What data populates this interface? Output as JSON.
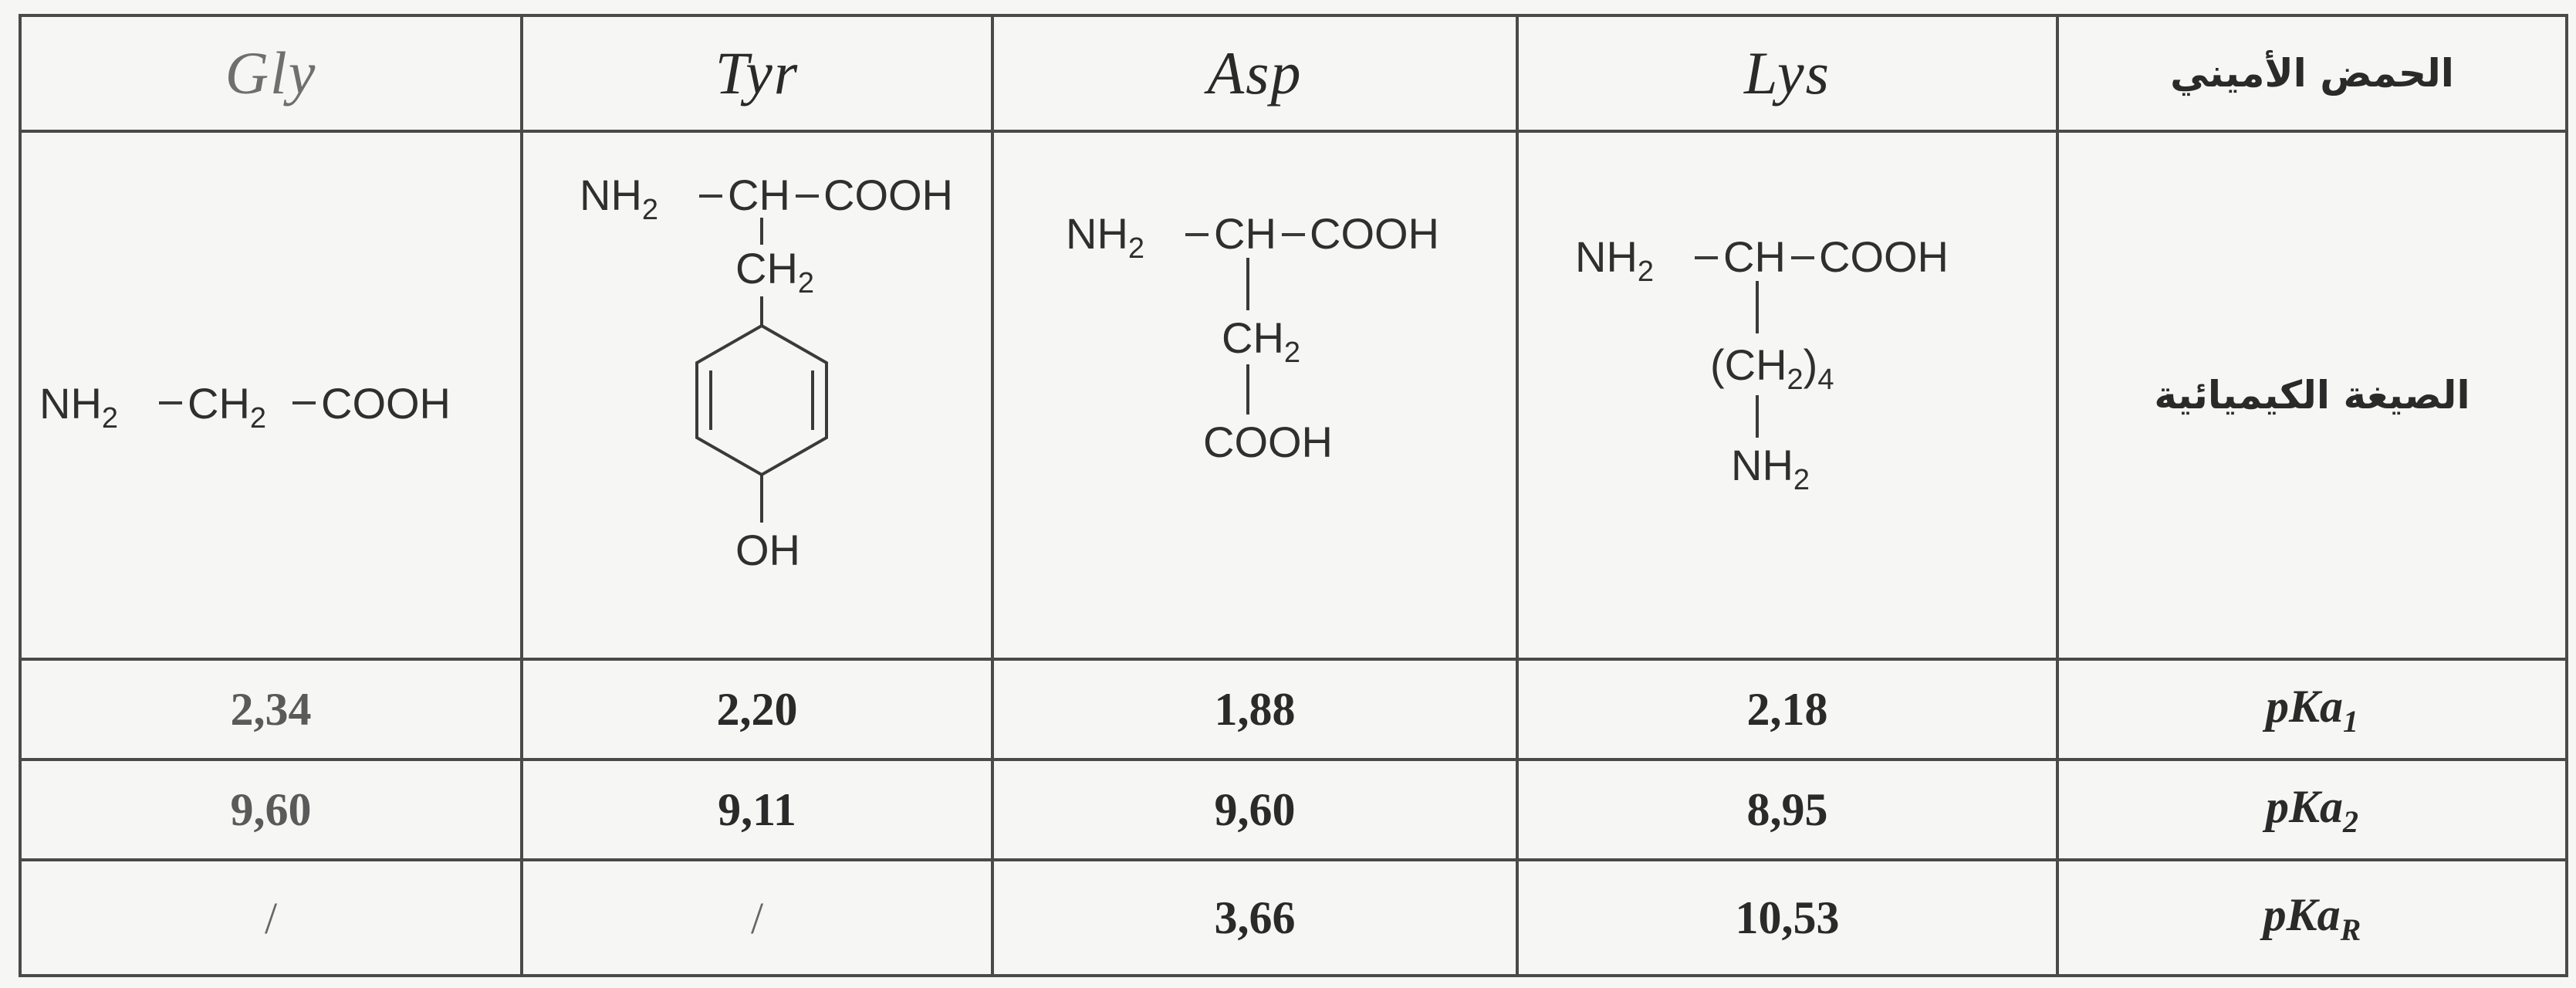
{
  "table": {
    "columns": [
      {
        "name": "Gly",
        "pka1": "2,34",
        "pka2": "9,60",
        "pkaR": "/"
      },
      {
        "name": "Tyr",
        "pka1": "2,20",
        "pka2": "9,11",
        "pkaR": "/"
      },
      {
        "name": "Asp",
        "pka1": "1,88",
        "pka2": "9,60",
        "pkaR": "3,66"
      },
      {
        "name": "Lys",
        "pka1": "2,18",
        "pka2": "8,95",
        "pkaR": "10,53"
      }
    ],
    "row_labels": {
      "amino_acid": "الحمض الأميني",
      "formula": "الصيغة الكيميائية",
      "pka1": {
        "base": "pKa",
        "sub": "1"
      },
      "pka2": {
        "base": "pKa",
        "sub": "2"
      },
      "pkaR": {
        "base": "pKa",
        "sub": "R"
      }
    },
    "formulas": {
      "gly": {
        "nh2": "NH",
        "two": "2",
        "ch2": "CH",
        "cooh": "COOH"
      },
      "tyr": {
        "nh2": "NH",
        "two": "2",
        "ch": "CH",
        "cooh": "COOH",
        "ch2": "CH",
        "oh": "OH"
      },
      "asp": {
        "nh2": "NH",
        "two": "2",
        "ch": "CH",
        "cooh": "COOH",
        "ch2": "CH",
        "cooh_side": "COOH"
      },
      "lys": {
        "nh2": "NH",
        "two": "2",
        "ch": "CH",
        "cooh": "COOH",
        "chain_open": "(CH",
        "chain_close": ")",
        "four": "4",
        "nh2_side": "NH"
      }
    }
  }
}
